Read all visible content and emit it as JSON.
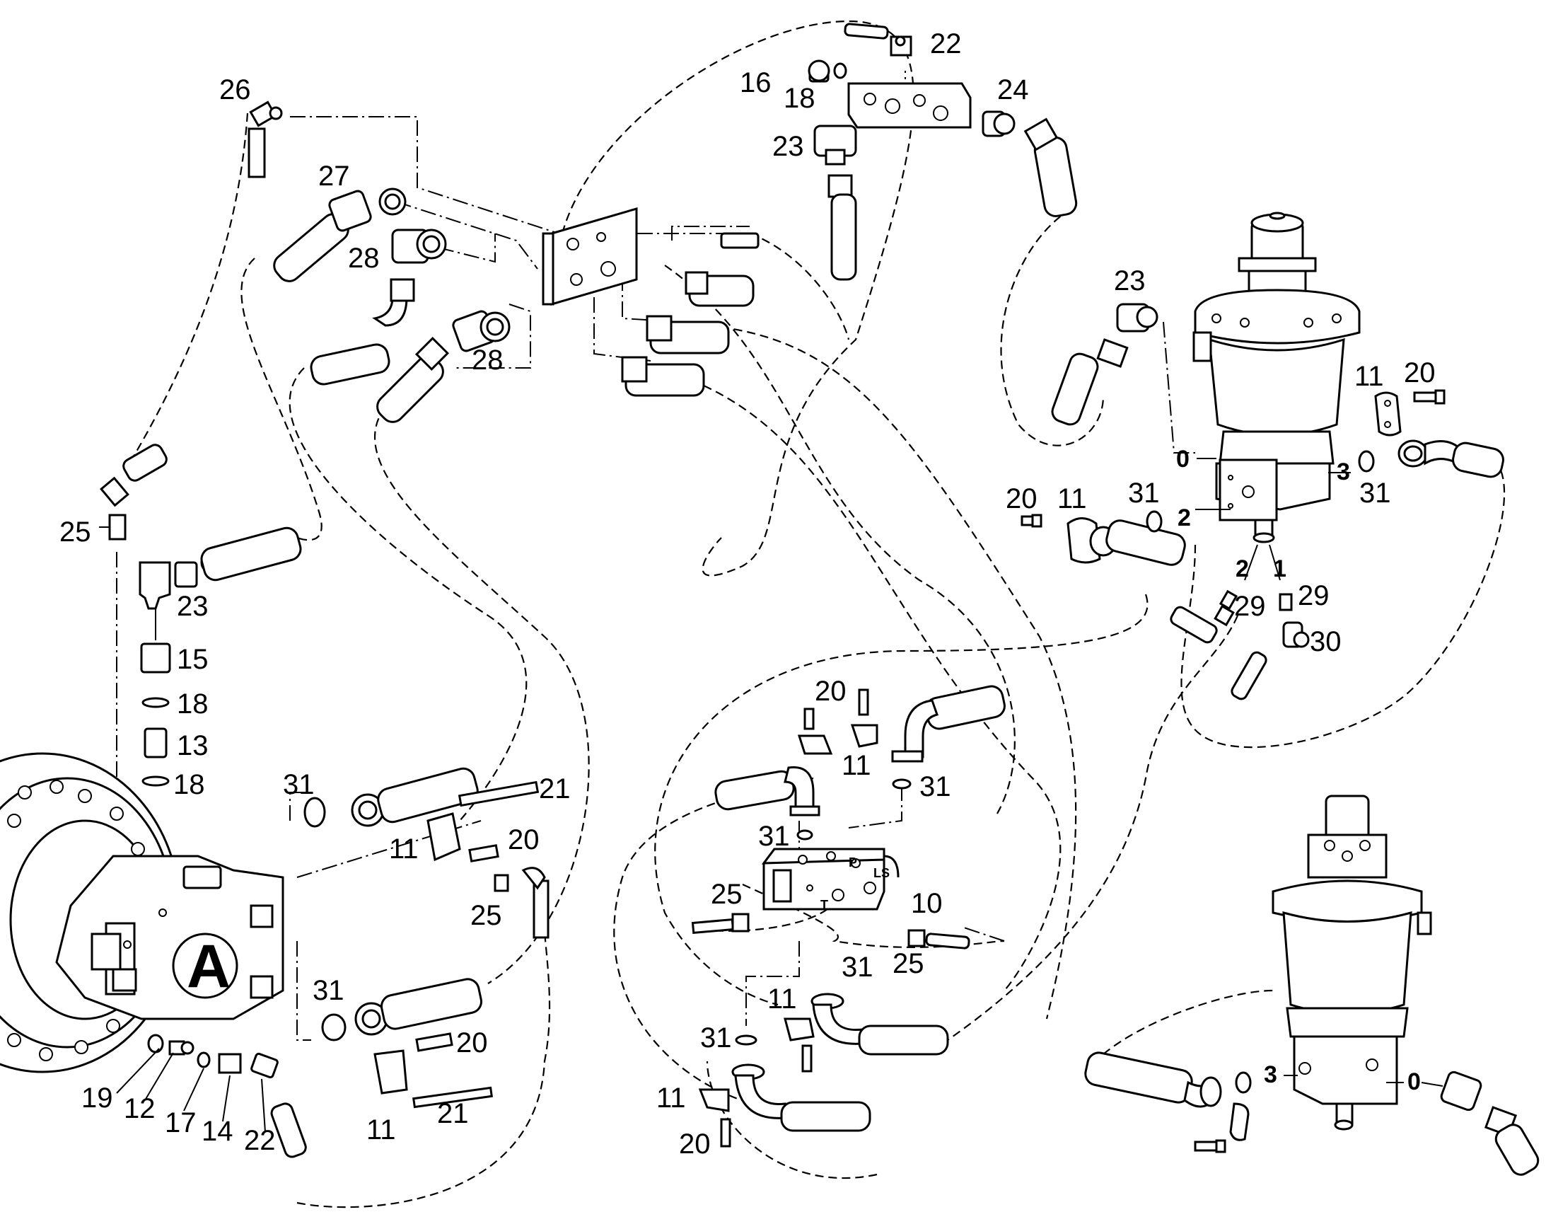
{
  "diagram": {
    "callouts": [
      {
        "id": "c26",
        "text": "26"
      },
      {
        "id": "c27",
        "text": "27"
      },
      {
        "id": "c28a",
        "text": "28"
      },
      {
        "id": "c28b",
        "text": "28"
      },
      {
        "id": "c25a",
        "text": "25"
      },
      {
        "id": "c23a",
        "text": "23"
      },
      {
        "id": "c15",
        "text": "15"
      },
      {
        "id": "c18a",
        "text": "18"
      },
      {
        "id": "c13",
        "text": "13"
      },
      {
        "id": "c18b",
        "text": "18"
      },
      {
        "id": "c16",
        "text": "16"
      },
      {
        "id": "c18c",
        "text": "18"
      },
      {
        "id": "c22a",
        "text": "22"
      },
      {
        "id": "c24",
        "text": "24"
      },
      {
        "id": "c23b",
        "text": "23"
      },
      {
        "id": "c23c",
        "text": "23"
      },
      {
        "id": "c11a",
        "text": "11"
      },
      {
        "id": "c20a",
        "text": "20"
      },
      {
        "id": "c31a",
        "text": "31"
      },
      {
        "id": "c20b",
        "text": "20"
      },
      {
        "id": "c11b",
        "text": "11"
      },
      {
        "id": "c31b",
        "text": "31"
      },
      {
        "id": "c29a",
        "text": "29"
      },
      {
        "id": "c29b",
        "text": "29"
      },
      {
        "id": "c30",
        "text": "30"
      },
      {
        "id": "c20c",
        "text": "20"
      },
      {
        "id": "c11c",
        "text": "11"
      },
      {
        "id": "c31c",
        "text": "31"
      },
      {
        "id": "c31d",
        "text": "31"
      },
      {
        "id": "c21a",
        "text": "21"
      },
      {
        "id": "c11d",
        "text": "11"
      },
      {
        "id": "c20d",
        "text": "20"
      },
      {
        "id": "c25b",
        "text": "25"
      },
      {
        "id": "c31e",
        "text": "31"
      },
      {
        "id": "c25c",
        "text": "25"
      },
      {
        "id": "c10",
        "text": "10"
      },
      {
        "id": "c25d",
        "text": "25"
      },
      {
        "id": "c31f",
        "text": "31"
      },
      {
        "id": "c31g",
        "text": "31"
      },
      {
        "id": "c20e",
        "text": "20"
      },
      {
        "id": "c11e",
        "text": "11"
      },
      {
        "id": "c21b",
        "text": "21"
      },
      {
        "id": "c31h",
        "text": "31"
      },
      {
        "id": "c11f",
        "text": "11"
      },
      {
        "id": "c31i",
        "text": "31"
      },
      {
        "id": "c11g",
        "text": "11"
      },
      {
        "id": "c20f",
        "text": "20"
      },
      {
        "id": "c19",
        "text": "19"
      },
      {
        "id": "c12",
        "text": "12"
      },
      {
        "id": "c17",
        "text": "17"
      },
      {
        "id": "c14",
        "text": "14"
      },
      {
        "id": "c22b",
        "text": "22"
      },
      {
        "id": "c11h",
        "text": "11"
      },
      {
        "id": "c31j",
        "text": "31"
      }
    ],
    "port_labels": [
      {
        "id": "p0a",
        "text": "0"
      },
      {
        "id": "p3a",
        "text": "3"
      },
      {
        "id": "p2a",
        "text": "2"
      },
      {
        "id": "p2b",
        "text": "2"
      },
      {
        "id": "p1a",
        "text": "1"
      },
      {
        "id": "p3b",
        "text": "3"
      },
      {
        "id": "p0b",
        "text": "0"
      }
    ],
    "block_marks": {
      "t": "T",
      "p": "P",
      "ls": "LS"
    },
    "assembly_label": "A"
  }
}
